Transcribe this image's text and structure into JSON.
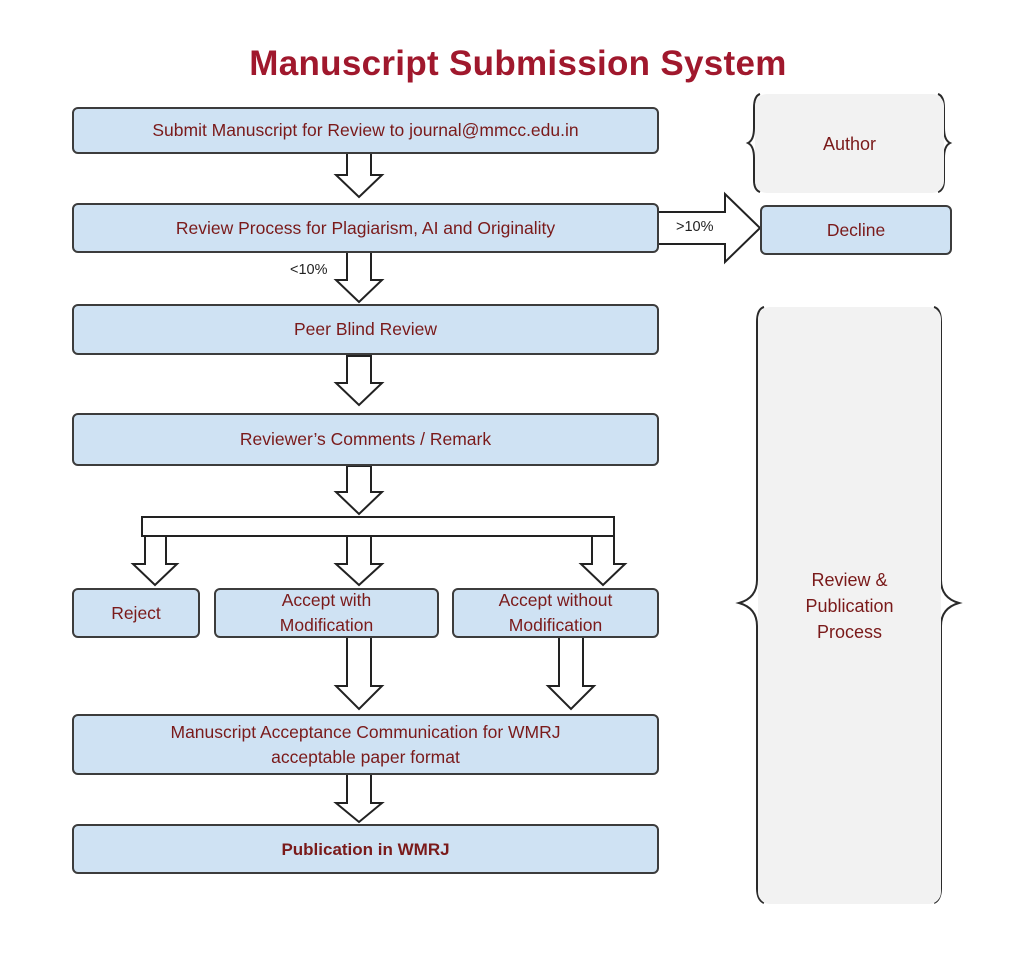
{
  "title": "Manuscript Submission System",
  "steps": {
    "submit": "Submit Manuscript for Review to journal@mmcc.edu.in",
    "review_process": "Review Process for Plagiarism, AI and Originality",
    "peer_review": "Peer Blind Review",
    "comments": "Reviewer’s Comments / Remark",
    "reject": "Reject",
    "accept_with": "Accept with\nModification",
    "accept_without": "Accept without\nModification",
    "acceptance": "Manuscript Acceptance Communication for WMRJ\nacceptable paper format",
    "publication": "Publication in WMRJ",
    "decline": "Decline"
  },
  "conditions": {
    "high": ">10%",
    "low": "<10%"
  },
  "stages": {
    "author": "Author",
    "review_publication": "Review  &\nPublication\nProcess"
  },
  "colors": {
    "title": "#a0182d",
    "box_fill": "#cfe2f3",
    "box_text": "#7a1a1a",
    "stage_fill": "#f2f2f2"
  }
}
